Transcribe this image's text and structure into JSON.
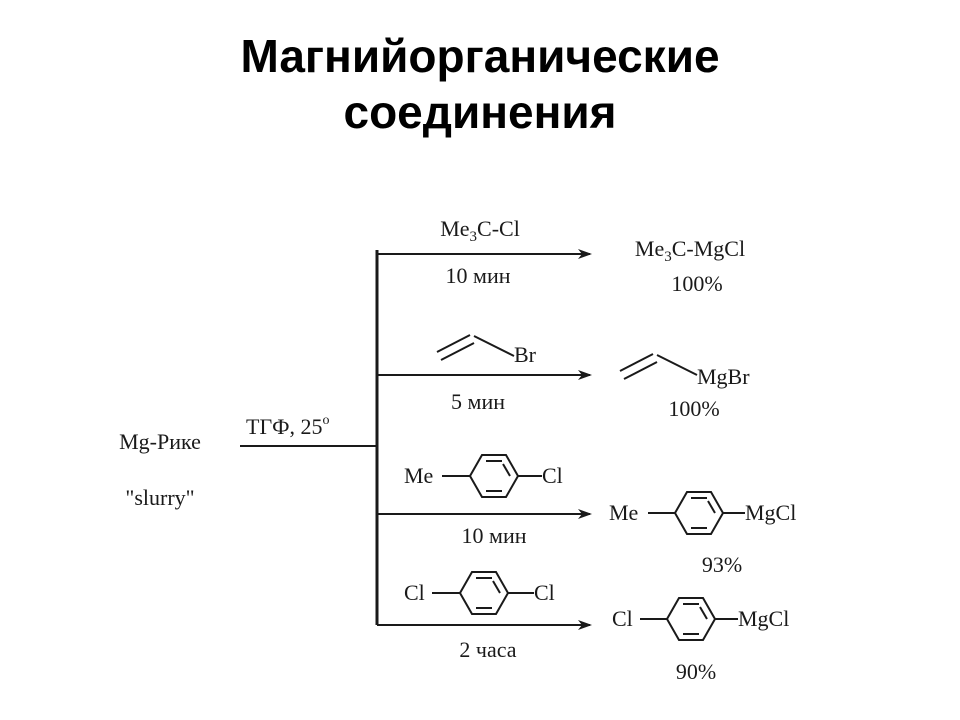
{
  "title": {
    "line1": "Магнийорганические",
    "line2": "соединения"
  },
  "reactant": {
    "name": "Mg-Рике",
    "form": "\"slurry\""
  },
  "conditions": {
    "solvent_temp": "ТГФ, 25",
    "degree": "o"
  },
  "reactions": [
    {
      "reagent_prefix": "Me",
      "reagent_sub": "3",
      "reagent_suffix": "C-Cl",
      "time": "10 мин",
      "product_prefix": "Me",
      "product_sub": "3",
      "product_suffix": "C-MgCl",
      "yield": "100%"
    },
    {
      "reagent_group": "Br",
      "time": "5 мин",
      "product_group": "MgBr",
      "yield": "100%"
    },
    {
      "reagent_left": "Me",
      "reagent_right": "Cl",
      "time": "10 мин",
      "product_left": "Me",
      "product_right": "MgCl",
      "yield": "93%"
    },
    {
      "reagent_left": "Cl",
      "reagent_right": "Cl",
      "time": "2 часа",
      "product_left": "Cl",
      "product_right": "MgCl",
      "yield": "90%"
    }
  ]
}
